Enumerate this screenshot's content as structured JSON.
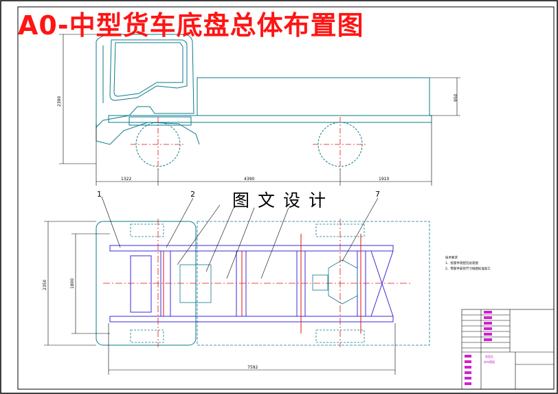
{
  "title": "A0-中型货车底盘总体布置图",
  "subtitle": "图文设计",
  "dimensions": {
    "height_total": "2390",
    "cargo_height": "950",
    "front_overhang": "1322",
    "wheelbase": "4390",
    "rear_overhang": "1910",
    "track_width": "2350",
    "frame_width": "1800",
    "total_length": "7592"
  },
  "callouts": [
    "1",
    "2",
    "7"
  ],
  "notes": {
    "heading": "技术要求",
    "line1": "1、各部件装配见总装图",
    "line2": "2、零部件安装尺寸按图标准加工"
  },
  "title_block": {
    "drawing_name_line1": "底盘总",
    "drawing_name_line2": "体布置图"
  },
  "colors": {
    "title": "#ff1414",
    "outline": "#0a7a8a",
    "frame": "#3a2ad8",
    "centerline": "#e01010",
    "annotation": "#d020d0"
  }
}
